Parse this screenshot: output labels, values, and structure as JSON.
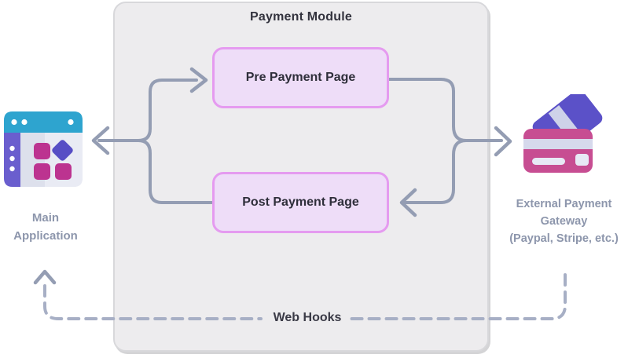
{
  "panel": {
    "title": "Payment Module"
  },
  "boxes": {
    "pre": {
      "label": "Pre Payment Page"
    },
    "post": {
      "label": "Post Payment Page"
    }
  },
  "left_node": {
    "lines": [
      "Main",
      "Application"
    ]
  },
  "right_node": {
    "lines": [
      "External Payment",
      "Gateway",
      "(Paypal, Stripe, etc.)"
    ]
  },
  "webhooks": {
    "label": "Web Hooks"
  },
  "icons": {
    "left": "app-window-icon",
    "right": "credit-cards-icon"
  },
  "colors": {
    "connector": "#949db3",
    "dashed_connector": "#a7afc5",
    "panel_fill": "#edecee",
    "panel_border": "#d8d8db",
    "box_fill": "#eeddf8",
    "box_border": "#e59bf0",
    "box_text": "#2e2e3a",
    "title_text": "#33333e",
    "side_label_text": "#8d96ac",
    "webhooks_text": "#3a3a46",
    "app_header_teal": "#2ea4cf",
    "app_sidebar_purple": "#6a5ece",
    "app_square_magenta": "#bc3390",
    "app_diamond_indigo": "#574ec5",
    "card_front_pink": "#c74d92",
    "card_back_purple": "#5b51c8",
    "card_stripe_light": "#d6d9ec"
  }
}
